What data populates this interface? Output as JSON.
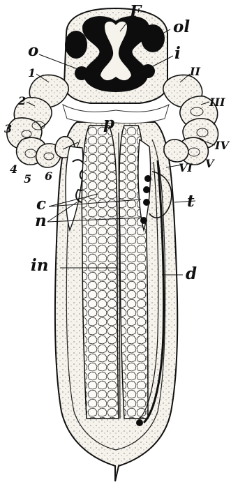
{
  "labels": {
    "F": "F",
    "ol": "ol",
    "o": "o",
    "i": "i",
    "p": "p",
    "n1": "1",
    "n2": "2",
    "n3": "3",
    "n4": "4",
    "n5": "5",
    "n6": "6",
    "II": "II",
    "III": "III",
    "IV": "IV",
    "V": "V",
    "VI": "VI",
    "c": "c",
    "t": "t",
    "n": "n",
    "in": "in",
    "d": "d"
  },
  "colors": {
    "ink": "#111111",
    "paper": "#ffffff",
    "tissue": "#f4f1ea"
  }
}
